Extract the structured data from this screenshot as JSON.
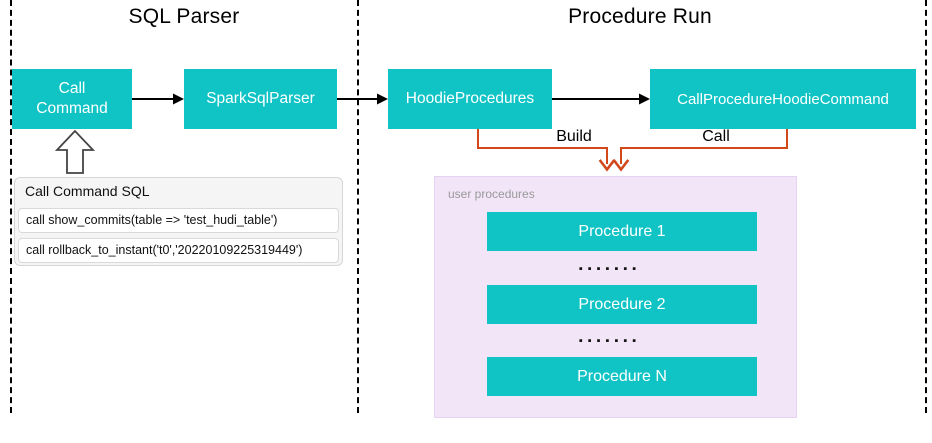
{
  "theme": {
    "teal": "#10c4c6",
    "orange": "#d2481b",
    "purple_bg": "#f3e5f8",
    "panel_bg": "#f5f5f5",
    "panel_border": "#d6d6d6",
    "label_gray": "#999999"
  },
  "sections": {
    "sql_parser": {
      "title": "SQL Parser"
    },
    "procedure_run": {
      "title": "Procedure Run"
    }
  },
  "nodes": {
    "call_command": "Call Command",
    "spark_sql_parser": "SparkSqlParser",
    "hoodie_procedures": "HoodieProcedures",
    "call_procedure_hoodie_command": "CallProcedureHoodieCommand"
  },
  "edges": {
    "build_label": "Build",
    "call_label": "Call"
  },
  "sql_panel": {
    "title": "Call Command SQL",
    "rows": [
      "call show_commits(table => 'test_hudi_table')",
      "call rollback_to_instant('t0','20220109225319449')"
    ]
  },
  "user_procedures": {
    "label": "user procedures",
    "items": [
      "Procedure 1",
      "Procedure 2",
      "Procedure N"
    ],
    "ellipsis": "▪▪▪▪▪▪▪"
  }
}
